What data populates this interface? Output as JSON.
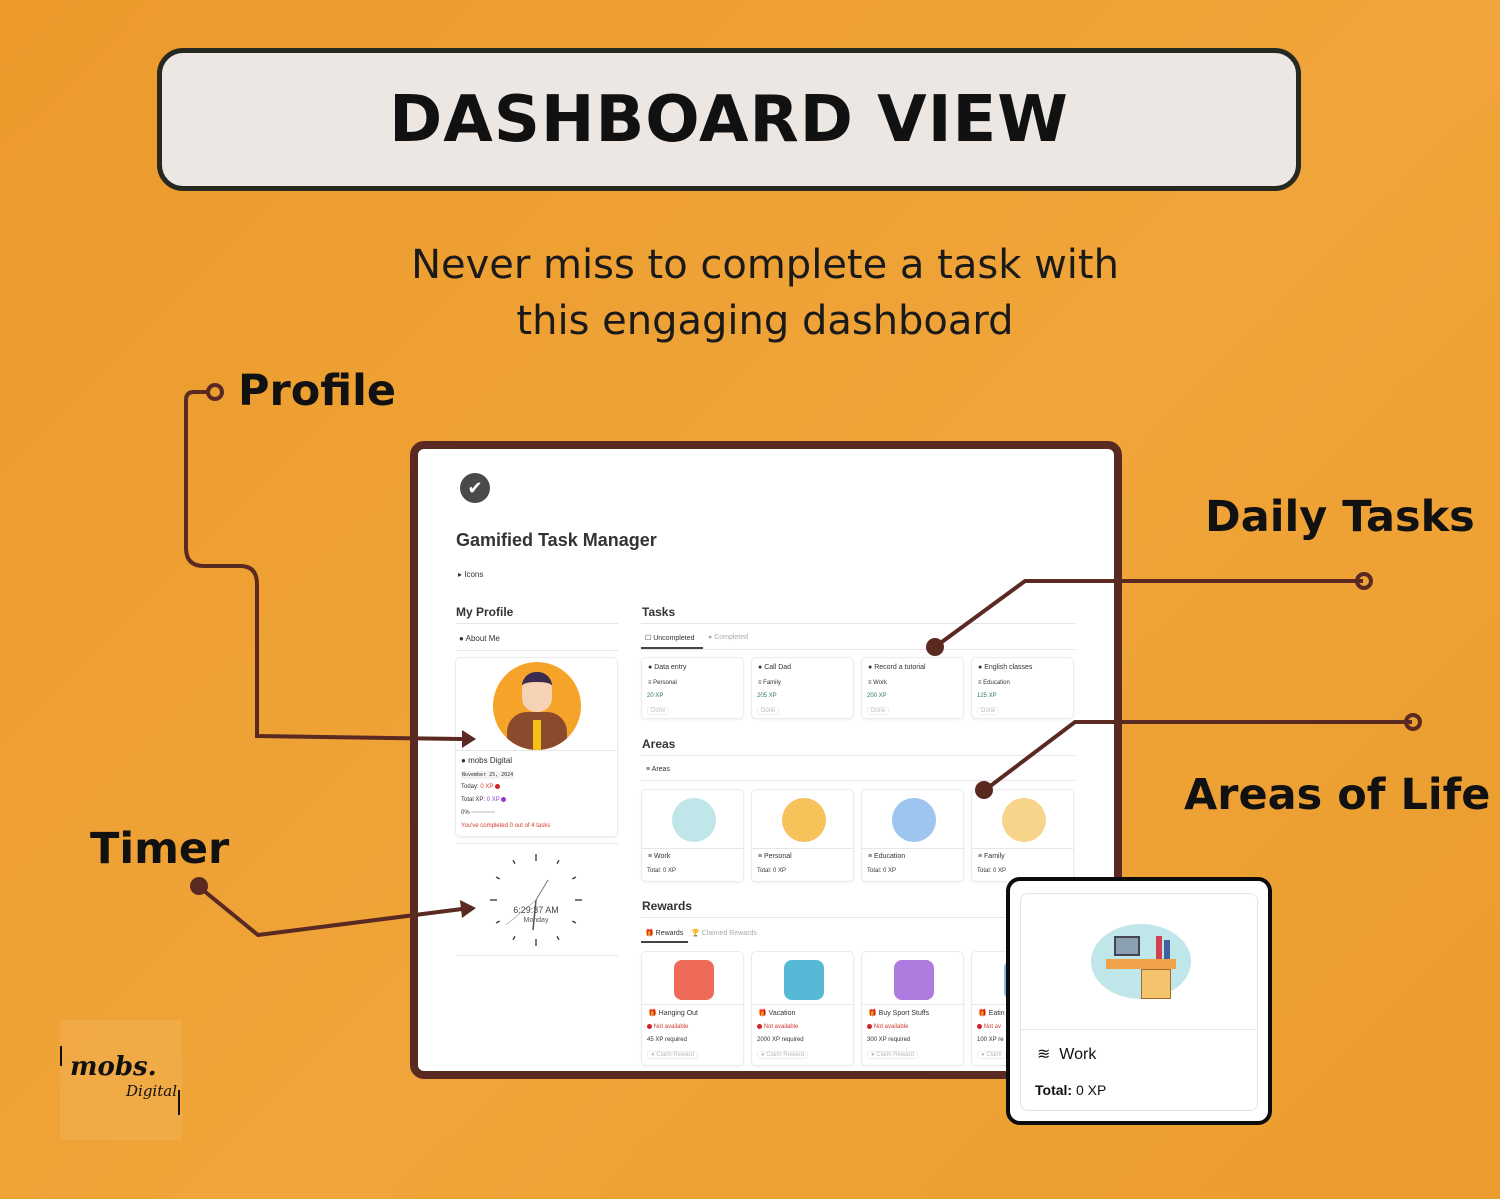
{
  "header": {
    "title": "DASHBOARD VIEW",
    "subtitle_line1": "Never miss to complete a task with",
    "subtitle_line2": "this engaging dashboard"
  },
  "callouts": {
    "profile": "Profile",
    "daily_tasks": "Daily Tasks",
    "areas": "Areas of Life",
    "timer": "Timer"
  },
  "colors": {
    "background": "#EC9E2E",
    "frame": "#5A2A22",
    "xp_green": "#2E7D4F",
    "alert_red": "#D23B32"
  },
  "app": {
    "page_icon": "check-circle-icon",
    "title": "Gamified Task Manager",
    "icons_toggle": "Icons",
    "profile": {
      "heading": "My Profile",
      "tab": "About Me",
      "name": "mobs Digital",
      "date": "November 25, 2024",
      "today_label": "Today:",
      "today_value": "0 XP",
      "total_label": "Total XP:",
      "total_value": "0 XP",
      "progress_text": "0%",
      "progress": 0,
      "completed_text": "You've completed 0 out of 4 tasks"
    },
    "clock": {
      "time": "6:29:37 AM",
      "day": "Monday"
    },
    "tasks": {
      "heading": "Tasks",
      "tabs": [
        "Uncompleted",
        "Completed"
      ],
      "items": [
        {
          "name": "Data entry",
          "area": "Personal",
          "xp": "20 XP",
          "status": "Done"
        },
        {
          "name": "Call Dad",
          "area": "Family",
          "xp": "205 XP",
          "status": "Done"
        },
        {
          "name": "Record a tutorial",
          "area": "Work",
          "xp": "200 XP",
          "status": "Done"
        },
        {
          "name": "English classes",
          "area": "Education",
          "xp": "125 XP",
          "status": "Done"
        }
      ]
    },
    "areas": {
      "heading": "Areas",
      "tab": "Areas",
      "items": [
        {
          "name": "Work",
          "total": "Total: 0 XP"
        },
        {
          "name": "Personal",
          "total": "Total: 0 XP"
        },
        {
          "name": "Education",
          "total": "Total: 0 XP"
        },
        {
          "name": "Family",
          "total": "Total: 0 XP"
        }
      ]
    },
    "rewards": {
      "heading": "Rewards",
      "tabs": [
        "Rewards",
        "Claimed Rewards"
      ],
      "items": [
        {
          "name": "Hanging Out",
          "status": "Not available",
          "req": "45 XP required",
          "button": "Claim Reward"
        },
        {
          "name": "Vacation",
          "status": "Not available",
          "req": "2000 XP required",
          "button": "Claim Reward"
        },
        {
          "name": "Buy Sport Stuffs",
          "status": "Not available",
          "req": "300 XP required",
          "button": "Claim Reward"
        },
        {
          "name": "Eatin",
          "status": "Not av",
          "req": "100 XP re",
          "button": "Claim"
        }
      ]
    }
  },
  "zoom_card": {
    "name": "Work",
    "total_label": "Total:",
    "total_value": "0 XP"
  },
  "logo": {
    "text": "mobs.",
    "script": "Digital"
  }
}
